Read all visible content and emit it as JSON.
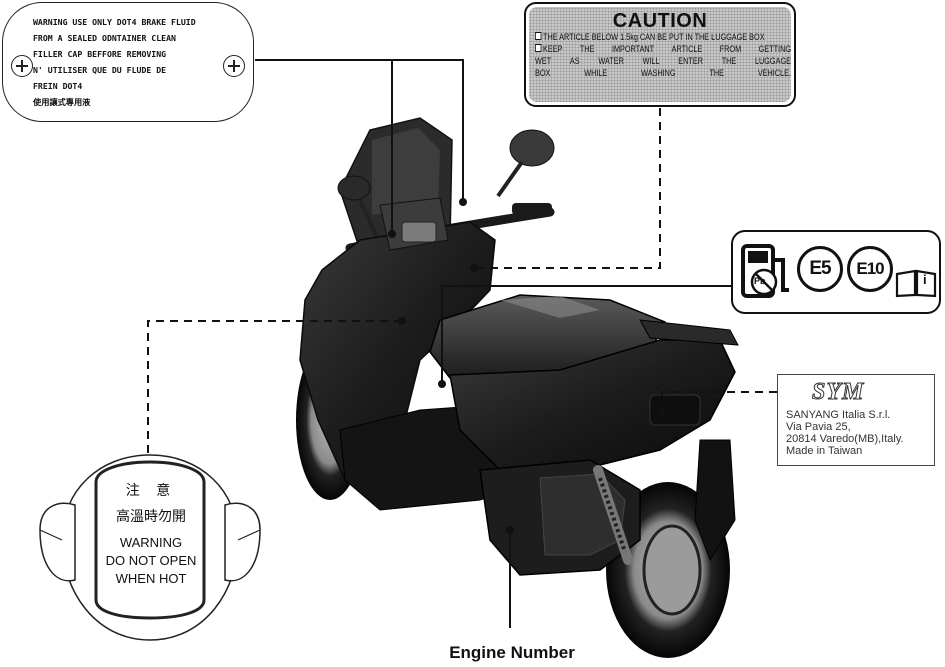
{
  "brake_label": {
    "lines": [
      "WARNING USE ONLY DOT4 BRAKE FLUID",
      "FROM A SEALED ODNTAINER CLEAN",
      "FILLER CAP BEFFORE REMOVING",
      "N' UTILISER QUE DU FLUDE DE",
      "FREIN DOT4",
      "使用讓式專用液"
    ]
  },
  "caution_label": {
    "title": "CAUTION",
    "line1": "THE ARTICLE BELOW 1.5kg CAN BE PUT IN THE LUGGAGE BOX",
    "line2_words": [
      "KEEP",
      "THE",
      "IMPORTANT",
      "ARTICLE",
      "FROM",
      "GETTING"
    ],
    "line3_words": [
      "WET",
      "AS",
      "WATER",
      "WILL",
      "ENTER",
      "THE",
      "LUGGAGE"
    ],
    "line4_words": [
      "BOX",
      "WHILE",
      "WASHING",
      "THE",
      "VEHICLE."
    ]
  },
  "fuel_label": {
    "pb": "Pb",
    "e5": "E5",
    "e10": "E10",
    "manual_mark": "i",
    "icons": [
      "fuel-pump-icon",
      "lead-icon",
      "manual-book-icon"
    ]
  },
  "sym_label": {
    "logo": "SYM",
    "address": [
      "SANYANG Italia S.r.l.",
      "Via Pavia 25,",
      "20814 Varedo(MB),Italy.",
      "Made in Taiwan"
    ]
  },
  "cap_label": {
    "cn_top": "注 意",
    "cn_bottom": "高溫時勿開",
    "en": [
      "WARNING",
      "DO NOT OPEN",
      "WHEN HOT"
    ]
  },
  "engine_caption": "Engine Number",
  "colors": {
    "ink": "#111111",
    "caution_bg": "#c8c8c8",
    "scooter_body": "#1a1a1a",
    "scooter_highlight": "#6a6a6a"
  }
}
